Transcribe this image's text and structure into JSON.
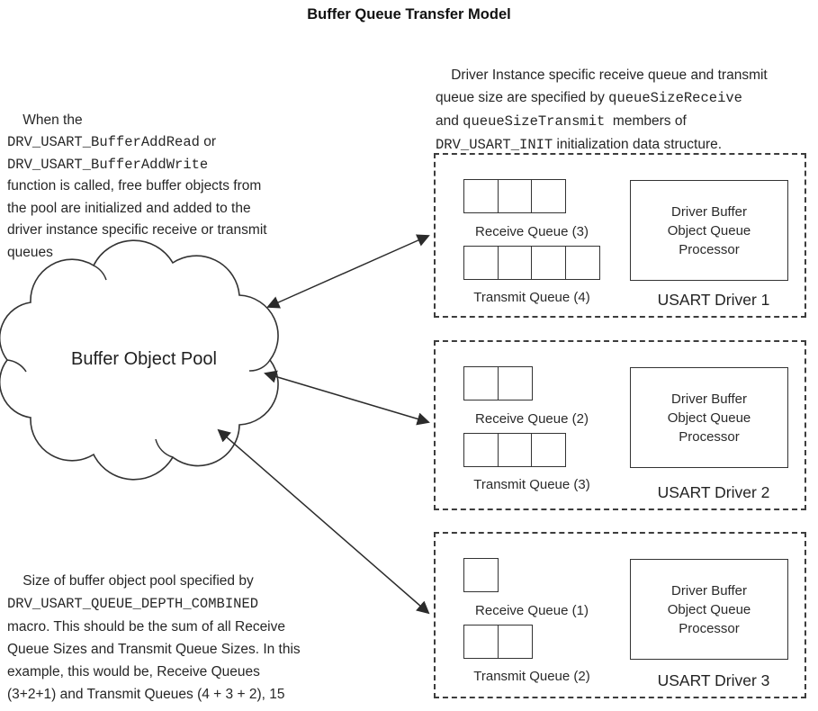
{
  "title": "Buffer Queue Transfer Model",
  "colors": {
    "ink": "#262626",
    "line": "#333333",
    "background": "#ffffff"
  },
  "cloud": {
    "label": "Buffer Object Pool"
  },
  "text_blocks": {
    "intro": {
      "segments": [
        {
          "t": "When the\n",
          "mono": false
        },
        {
          "t": "DRV_USART_BufferAddRead",
          "mono": true
        },
        {
          "t": " or\n",
          "mono": false
        },
        {
          "t": "DRV_USART_BufferAddWrite",
          "mono": true
        },
        {
          "t": "\nfunction is called, free buffer objects from\nthe pool are initialized and added to the\ndriver instance specific receive or transmit\nqueues",
          "mono": false
        }
      ]
    },
    "queue_size_note": {
      "segments": [
        {
          "t": "Driver Instance specific receive queue and transmit\nqueue size are specified by ",
          "mono": false
        },
        {
          "t": "queueSizeReceive",
          "mono": true
        },
        {
          "t": "\nand ",
          "mono": false
        },
        {
          "t": "queueSizeTransmit",
          "mono": true
        },
        {
          "t": "  members of\n",
          "mono": false
        },
        {
          "t": "DRV_USART_INIT",
          "mono": true
        },
        {
          "t": " initialization data structure.",
          "mono": false
        }
      ]
    },
    "pool_size_note": {
      "segments": [
        {
          "t": "Size of buffer object pool specified by\n",
          "mono": false
        },
        {
          "t": "DRV_USART_QUEUE_DEPTH_COMBINED",
          "mono": true
        },
        {
          "t": "\nmacro. This should be the sum of all Receive\nQueue Sizes and Transmit Queue Sizes. In this\nexample, this would be, Receive Queues\n(3+2+1) and Transmit Queues (4 + 3 + 2), 15",
          "mono": false
        }
      ]
    }
  },
  "drivers": [
    {
      "name": "USART Driver 1",
      "receive": {
        "label": "Receive Queue (3)",
        "size": 3
      },
      "transmit": {
        "label": "Transmit Queue (4)",
        "size": 4
      },
      "processor": "Driver Buffer\nObject Queue\nProcessor"
    },
    {
      "name": "USART Driver 2",
      "receive": {
        "label": "Receive Queue (2)",
        "size": 2
      },
      "transmit": {
        "label": "Transmit Queue (3)",
        "size": 3
      },
      "processor": "Driver Buffer\nObject Queue\nProcessor"
    },
    {
      "name": "USART Driver 3",
      "receive": {
        "label": "Receive Queue (1)",
        "size": 1
      },
      "transmit": {
        "label": "Transmit Queue (2)",
        "size": 2
      },
      "processor": "Driver Buffer\nObject Queue\nProcessor"
    }
  ]
}
